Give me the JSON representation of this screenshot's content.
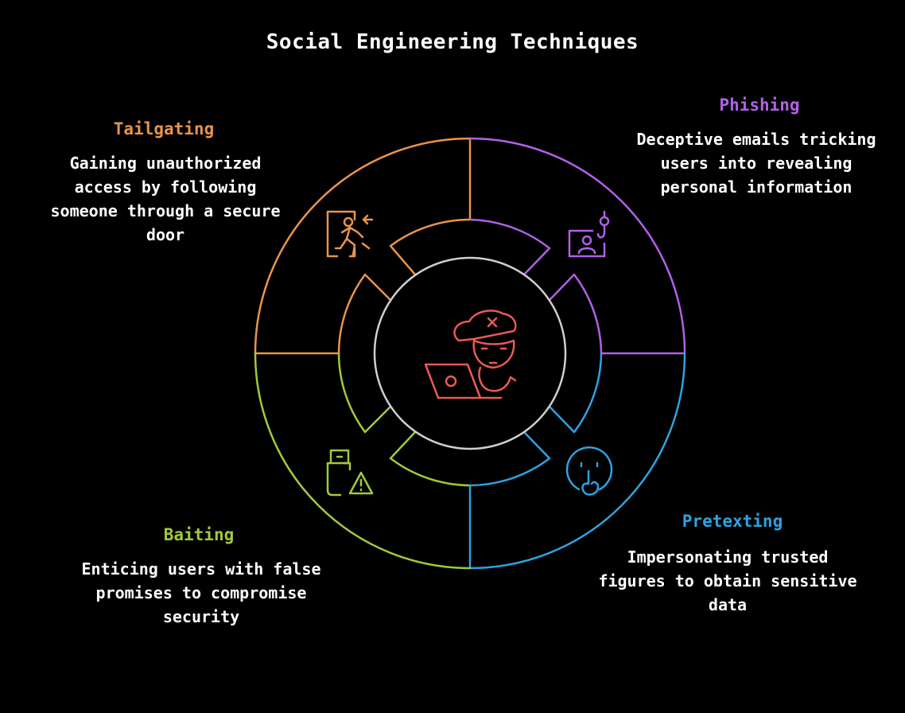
{
  "title": "Social Engineering Techniques",
  "colors": {
    "tailgating": "#e8944a",
    "phishing": "#b160e6",
    "pretexting": "#2ea3e0",
    "baiting": "#a2c93c",
    "center": "#e85a54",
    "center_ring": "#cfcfcf",
    "background": "#000000"
  },
  "center": {
    "icon": "hacker-laptop-icon"
  },
  "sections": [
    {
      "key": "tailgating",
      "heading": "Tailgating",
      "description": "Gaining unauthorized access by following someone through a secure door",
      "icon": "running-person-door-icon"
    },
    {
      "key": "phishing",
      "heading": "Phishing",
      "description": "Deceptive emails tricking users into revealing personal information",
      "icon": "phishing-hook-icon"
    },
    {
      "key": "pretexting",
      "heading": "Pretexting",
      "description": "Impersonating trusted figures to obtain sensitive data",
      "icon": "shush-face-icon"
    },
    {
      "key": "baiting",
      "heading": "Baiting",
      "description": "Enticing users with false promises to compromise security",
      "icon": "usb-warning-icon"
    }
  ]
}
